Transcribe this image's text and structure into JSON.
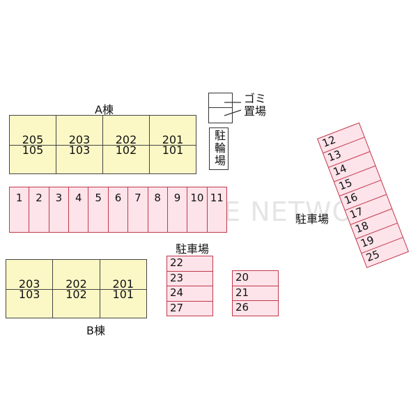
{
  "building_a": {
    "label": "A棟",
    "units": [
      {
        "upper": "205",
        "lower": "105"
      },
      {
        "upper": "203",
        "lower": "103"
      },
      {
        "upper": "202",
        "lower": "102"
      },
      {
        "upper": "201",
        "lower": "101"
      }
    ]
  },
  "building_b": {
    "label": "B棟",
    "units": [
      {
        "upper": "203",
        "lower": "103"
      },
      {
        "upper": "202",
        "lower": "102"
      },
      {
        "upper": "201",
        "lower": "101"
      }
    ]
  },
  "garbage": {
    "line1": "ゴミ",
    "line2": "置場"
  },
  "bicycle": {
    "label": "駐輪場",
    "chars": [
      "駐",
      "輪",
      "場"
    ]
  },
  "parking_label_center": "駐車場",
  "parking_label_right": "駐車場",
  "parking_row": [
    "1",
    "2",
    "3",
    "4",
    "5",
    "6",
    "7",
    "8",
    "9",
    "10",
    "11"
  ],
  "parking_col_left": [
    "22",
    "23",
    "24",
    "27"
  ],
  "parking_col_mid": [
    "20",
    "21",
    "26"
  ],
  "parking_col_diag": [
    "12",
    "13",
    "14",
    "15",
    "16",
    "17",
    "18",
    "19",
    "25"
  ],
  "watermark": "PITAT HOUSE NETWORK",
  "colors": {
    "building": "#fbf8c6",
    "parking": "#fde3ea",
    "parking_border": "#c0394b"
  }
}
